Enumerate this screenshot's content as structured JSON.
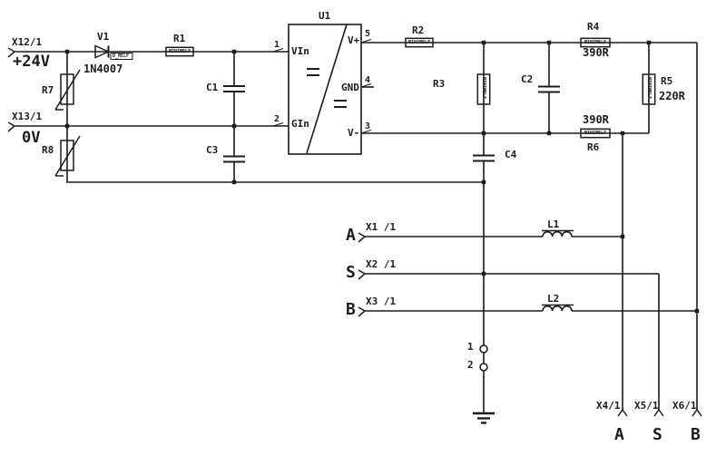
{
  "power": {
    "x12": "X12/1",
    "v24": "+24V",
    "x13": "X13/1",
    "v0": "0V"
  },
  "converter": {
    "ref": "U1",
    "pin_vin": "VIn",
    "pin_gin": "GIn",
    "pin_vplus": "V+",
    "pin_gnd": "GND",
    "pin_vminus": "V-",
    "num_1": "1",
    "num_2": "2",
    "num_5": "5",
    "num_4": "4",
    "num_3": "3"
  },
  "parts": {
    "v1": {
      "ref": "V1",
      "value": "1N4007",
      "pkg": "D_MELF"
    },
    "r1": {
      "ref": "R1",
      "pkg": "MINIMELF"
    },
    "r2": {
      "ref": "R2",
      "pkg": "MINIMELF"
    },
    "r3": {
      "ref": "R3",
      "pkg": "MINIMELF"
    },
    "r4": {
      "ref": "R4",
      "value": "390R",
      "pkg": "MINIMELF"
    },
    "r5": {
      "ref": "R5",
      "value": "220R",
      "pkg": "MINIMELF"
    },
    "r6": {
      "ref": "R6",
      "value": "390R",
      "pkg": "MINIMELF"
    },
    "r7": {
      "ref": "R7"
    },
    "r8": {
      "ref": "R8"
    },
    "c1": {
      "ref": "C1"
    },
    "c2": {
      "ref": "C2"
    },
    "c3": {
      "ref": "C3"
    },
    "c4": {
      "ref": "C4"
    },
    "l1": {
      "ref": "L1"
    },
    "l2": {
      "ref": "L2"
    }
  },
  "bus": {
    "a_in": {
      "net": "A",
      "terminal": "X1 /1"
    },
    "s_in": {
      "net": "S",
      "terminal": "X2 /1"
    },
    "b_in": {
      "net": "B",
      "terminal": "X3 /1"
    },
    "a_out": {
      "net": "A",
      "terminal": "X4/1"
    },
    "s_out": {
      "net": "S",
      "terminal": "X5/1"
    },
    "b_out": {
      "net": "B",
      "terminal": "X6/1"
    }
  },
  "jumper": {
    "pin1": "1",
    "pin2": "2"
  },
  "colors": {
    "ink": "#1c1c1c",
    "background": "#ffffff"
  }
}
